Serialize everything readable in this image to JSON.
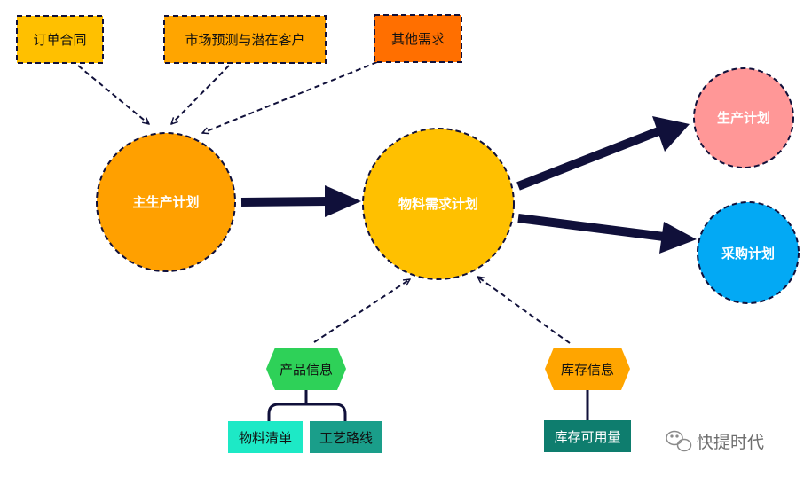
{
  "inputs": {
    "order_contract": "订单合同",
    "market_forecast": "市场预测与潜在客户",
    "other_demand": "其他需求"
  },
  "nodes": {
    "mps": "主生产计划",
    "mrp": "物料需求计划",
    "production_plan": "生产计划",
    "purchase_plan": "采购计划"
  },
  "product_info": {
    "label": "产品信息",
    "bom": "物料清单",
    "routing": "工艺路线"
  },
  "inventory_info": {
    "label": "库存信息",
    "available": "库存可用量"
  },
  "watermark": {
    "text": "快提时代",
    "icon": "wechat-icon"
  },
  "colors": {
    "order_box": "#FFC000",
    "market_box": "#FFA500",
    "other_box": "#FF6F00",
    "mps_circle": "#FFA000",
    "mrp_circle": "#FFC000",
    "production_circle": "#FF9797",
    "purchase_circle": "#03A9F4",
    "product_hex": "#2ED158",
    "inventory_hex": "#FFA500",
    "bom_box": "#1DE9C6",
    "routing_box": "#1A9E8A",
    "available_box": "#0E7D6E",
    "arrow": "#10103A"
  }
}
